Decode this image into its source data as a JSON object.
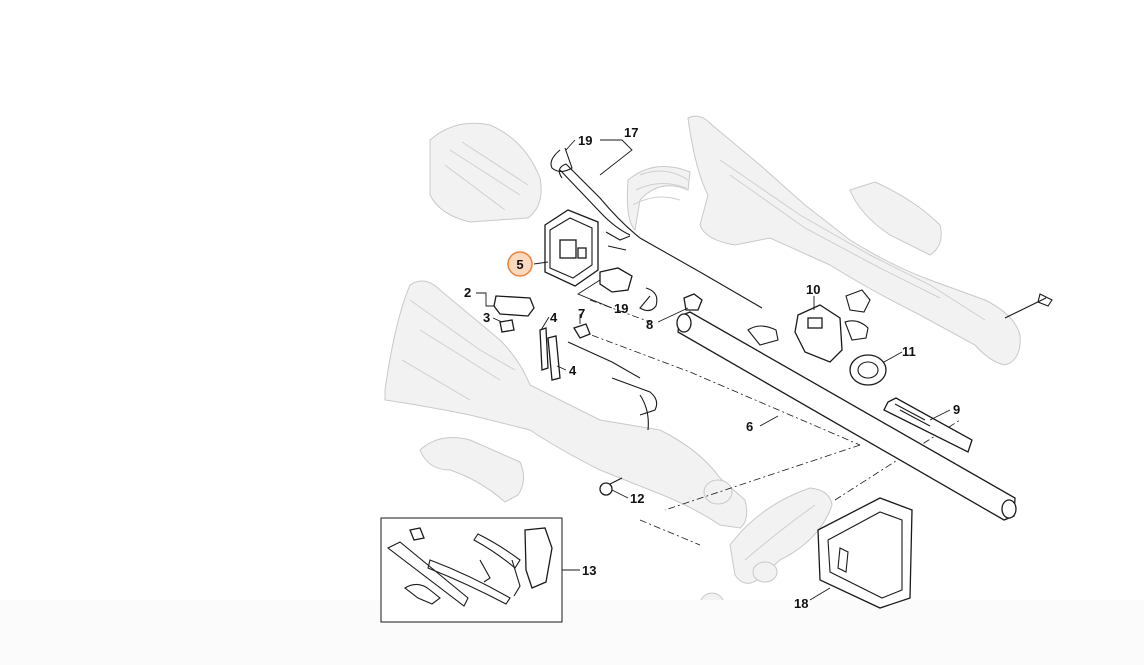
{
  "diagram": {
    "callouts": [
      {
        "id": "c2",
        "label": "2"
      },
      {
        "id": "c3",
        "label": "3"
      },
      {
        "id": "c4a",
        "label": "4"
      },
      {
        "id": "c4b",
        "label": "4"
      },
      {
        "id": "c5",
        "label": "5",
        "highlighted": true
      },
      {
        "id": "c6",
        "label": "6"
      },
      {
        "id": "c7",
        "label": "7"
      },
      {
        "id": "c8",
        "label": "8"
      },
      {
        "id": "c9",
        "label": "9"
      },
      {
        "id": "c10",
        "label": "10"
      },
      {
        "id": "c11",
        "label": "11"
      },
      {
        "id": "c12",
        "label": "12"
      },
      {
        "id": "c13",
        "label": "13"
      },
      {
        "id": "c17",
        "label": "17"
      },
      {
        "id": "c18",
        "label": "18"
      },
      {
        "id": "c19a",
        "label": "19"
      },
      {
        "id": "c19b",
        "label": "19"
      }
    ],
    "colors": {
      "highlight_fill": "#fbd9bf",
      "highlight_stroke": "#e8833a",
      "line": "#1a1a1a",
      "ghost_fill": "#f2f2f2",
      "ghost_stroke": "#c9c9c9"
    }
  }
}
